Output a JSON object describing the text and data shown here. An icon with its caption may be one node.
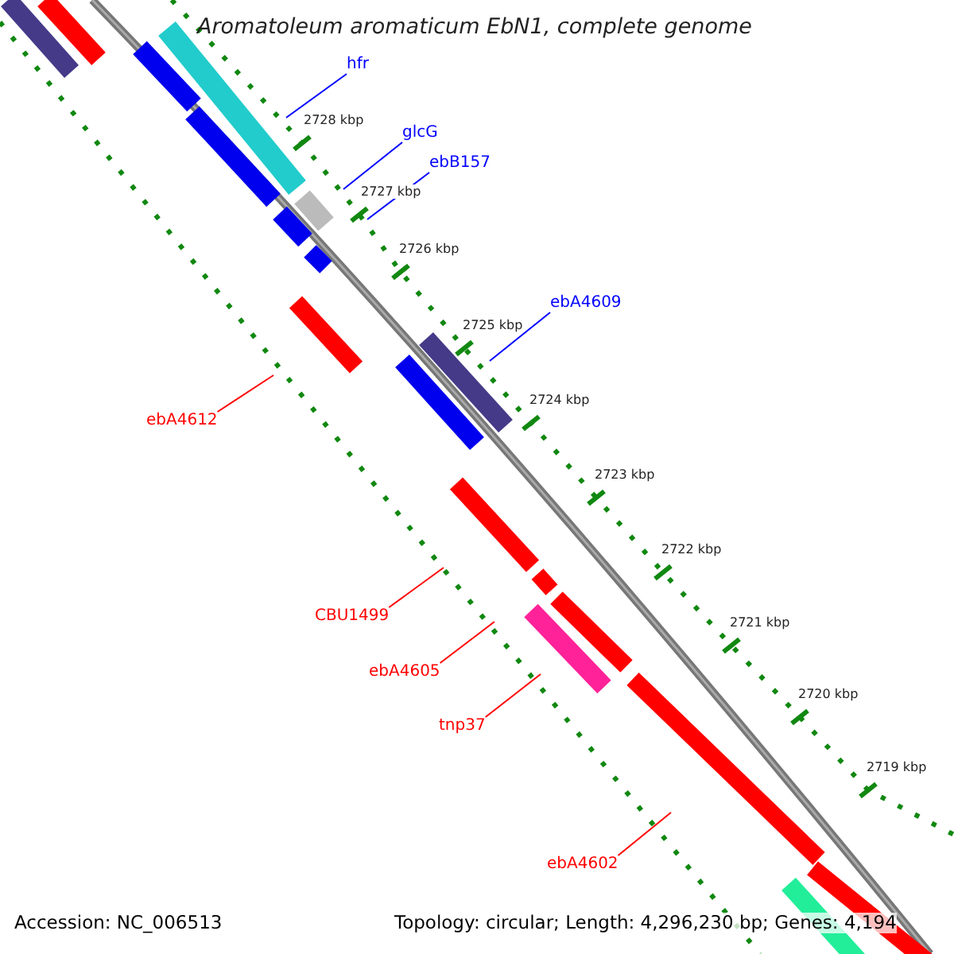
{
  "diagram": {
    "title": "Aromatoleum aromaticum EbN1, complete genome",
    "nodes": [
      {
        "text": [
          "hfr"
        ]
      },
      {
        "text": [
          "glcG"
        ]
      },
      {
        "text": [
          "ebB157"
        ]
      },
      {
        "text": [
          "ebA4609"
        ]
      },
      {
        "text": [
          "ebA4612"
        ]
      },
      {
        "text": [
          "CBU1499"
        ]
      },
      {
        "text": [
          "ebA4605"
        ]
      },
      {
        "text": [
          "tnp37"
        ]
      },
      {
        "text": [
          "ebA4602"
        ]
      }
    ],
    "edges": [
      {
        "from": 0,
        "to": null,
        "arrow": "none",
        "color": "#0000ff"
      },
      {
        "from": 1,
        "to": null,
        "arrow": "none",
        "color": "#0000ff"
      },
      {
        "from": 2,
        "to": null,
        "arrow": "none",
        "color": "#0000ff"
      },
      {
        "from": 3,
        "to": null,
        "arrow": "none",
        "color": "#0000ff"
      },
      {
        "from": 4,
        "to": null,
        "arrow": "none"
      },
      {
        "from": 5,
        "to": null,
        "arrow": "none"
      },
      {
        "from": 6,
        "to": null,
        "arrow": "none"
      },
      {
        "from": 7,
        "to": null,
        "arrow": "none"
      },
      {
        "from": 8,
        "to": null,
        "arrow": "none"
      }
    ],
    "labels": [
      "2728 kbp",
      "2727 kbp",
      "2726 kbp",
      "2725 kbp",
      "2724 kbp",
      "2723 kbp",
      "2722 kbp",
      "2721 kbp",
      "2720 kbp",
      "2719 kbp",
      "Accession: NC_006513",
      "Topology: circular; Length: 4,296,230 bp; Genes: 4,194"
    ]
  }
}
